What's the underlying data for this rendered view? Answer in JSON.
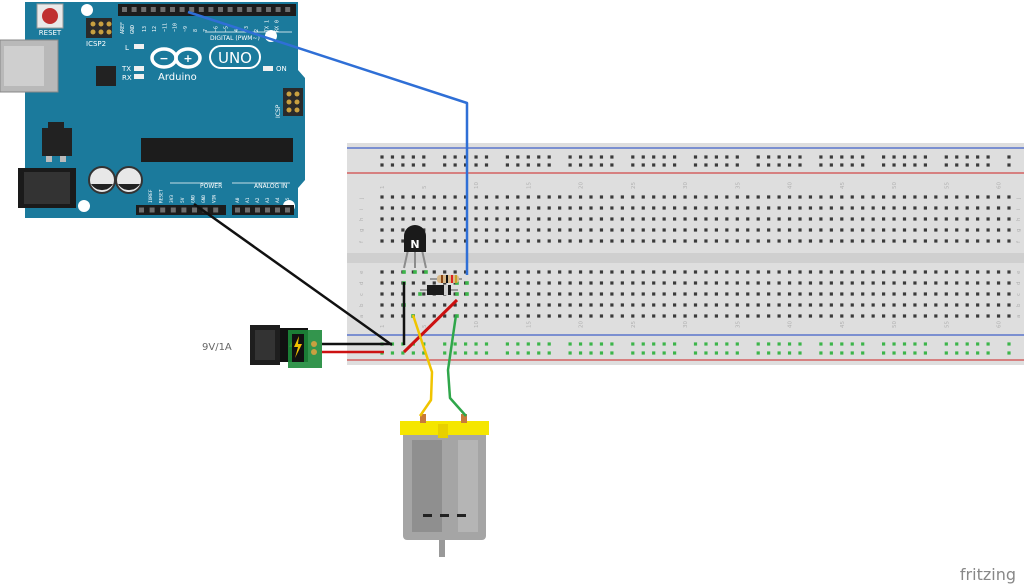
{
  "arduino": {
    "reset_label": "RESET",
    "icsp2_label": "ICSP2",
    "icsp_label": "ICSP",
    "digital_label": "DIGITAL (PWM~)",
    "aref_label": "AREF",
    "gnd_label": "GND",
    "l_label": "L",
    "tx_label": "TX",
    "rx_label": "RX",
    "on_label": "ON",
    "logo_text": "Arduino",
    "model_label": "UNO",
    "power_label": "POWER",
    "analog_label": "ANALOG IN",
    "digital_pins": [
      "13",
      "12",
      "~11",
      "~10",
      "~9",
      "8",
      "7",
      "~6",
      "~5",
      "4",
      "~3",
      "2",
      "TX 1",
      "RX 0"
    ],
    "power_pins": [
      "IOREF",
      "RESET",
      "3V3",
      "5V",
      "GND",
      "GND",
      "VIN"
    ],
    "analog_pins": [
      "A0",
      "A1",
      "A2",
      "A3",
      "A4",
      "A5"
    ]
  },
  "breadboard": {
    "column_numbers": [
      "1",
      "5",
      "10",
      "15",
      "20",
      "25",
      "30",
      "35",
      "40",
      "45",
      "50",
      "55",
      "60"
    ],
    "row_letters_top": [
      "j",
      "i",
      "h",
      "g",
      "f"
    ],
    "row_letters_bottom": [
      "e",
      "d",
      "c",
      "b",
      "a"
    ]
  },
  "power_jack": {
    "label": "9V/1A"
  },
  "transistor": {
    "marking": "N"
  },
  "watermark": {
    "text": "fritzing"
  },
  "colors": {
    "board": "#1b7a9c",
    "wire_blue": "#2f6fd6",
    "wire_black": "#111111",
    "wire_red": "#cc1111",
    "wire_yellow": "#f0c400",
    "wire_green": "#2fa64a",
    "rail_red": "#d14848",
    "rail_blue": "#4060c8",
    "hole_green": "#3cb54a"
  }
}
